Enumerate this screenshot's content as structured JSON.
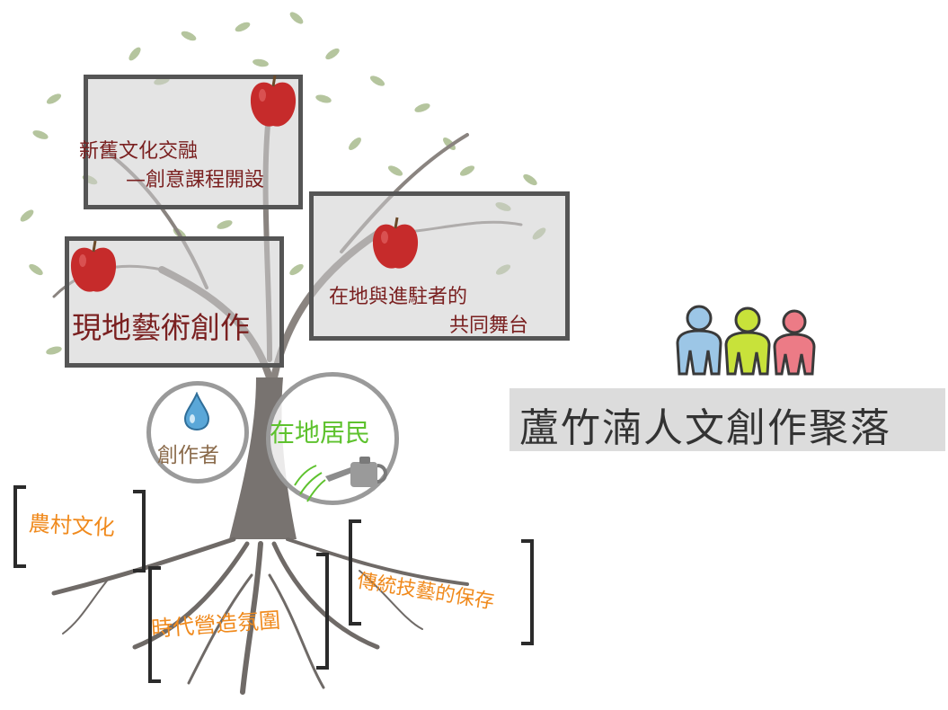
{
  "fruit_boxes": {
    "box1": {
      "line1": "新舊文化交融",
      "line2": "—創意課程開設"
    },
    "box2": {
      "label": "現地藝術創作"
    },
    "box3": {
      "line1": "在地與進駐者的",
      "line2": "共同舞台"
    }
  },
  "circles": {
    "creator": "創作者",
    "residents": "在地居民"
  },
  "roots": {
    "left": "農村文化",
    "middle": "時代營造氛圍",
    "right": "傳統技藝的保存"
  },
  "title": "蘆竹湳人文創作聚落",
  "colors": {
    "box_border": "#555555",
    "box_fill": "#d8d8d8",
    "apple": "#c62b2b",
    "orange_text": "#f08a1d",
    "green_text": "#5ec22e",
    "person_blue": "#9cc6e6",
    "person_green": "#c8e23a",
    "person_pink": "#ec7b86",
    "tree_trunk": "#787370",
    "leaf": "#a9bc8e"
  },
  "icons": [
    "apple-icon",
    "water-drop-icon",
    "watering-can-icon",
    "people-icon"
  ]
}
